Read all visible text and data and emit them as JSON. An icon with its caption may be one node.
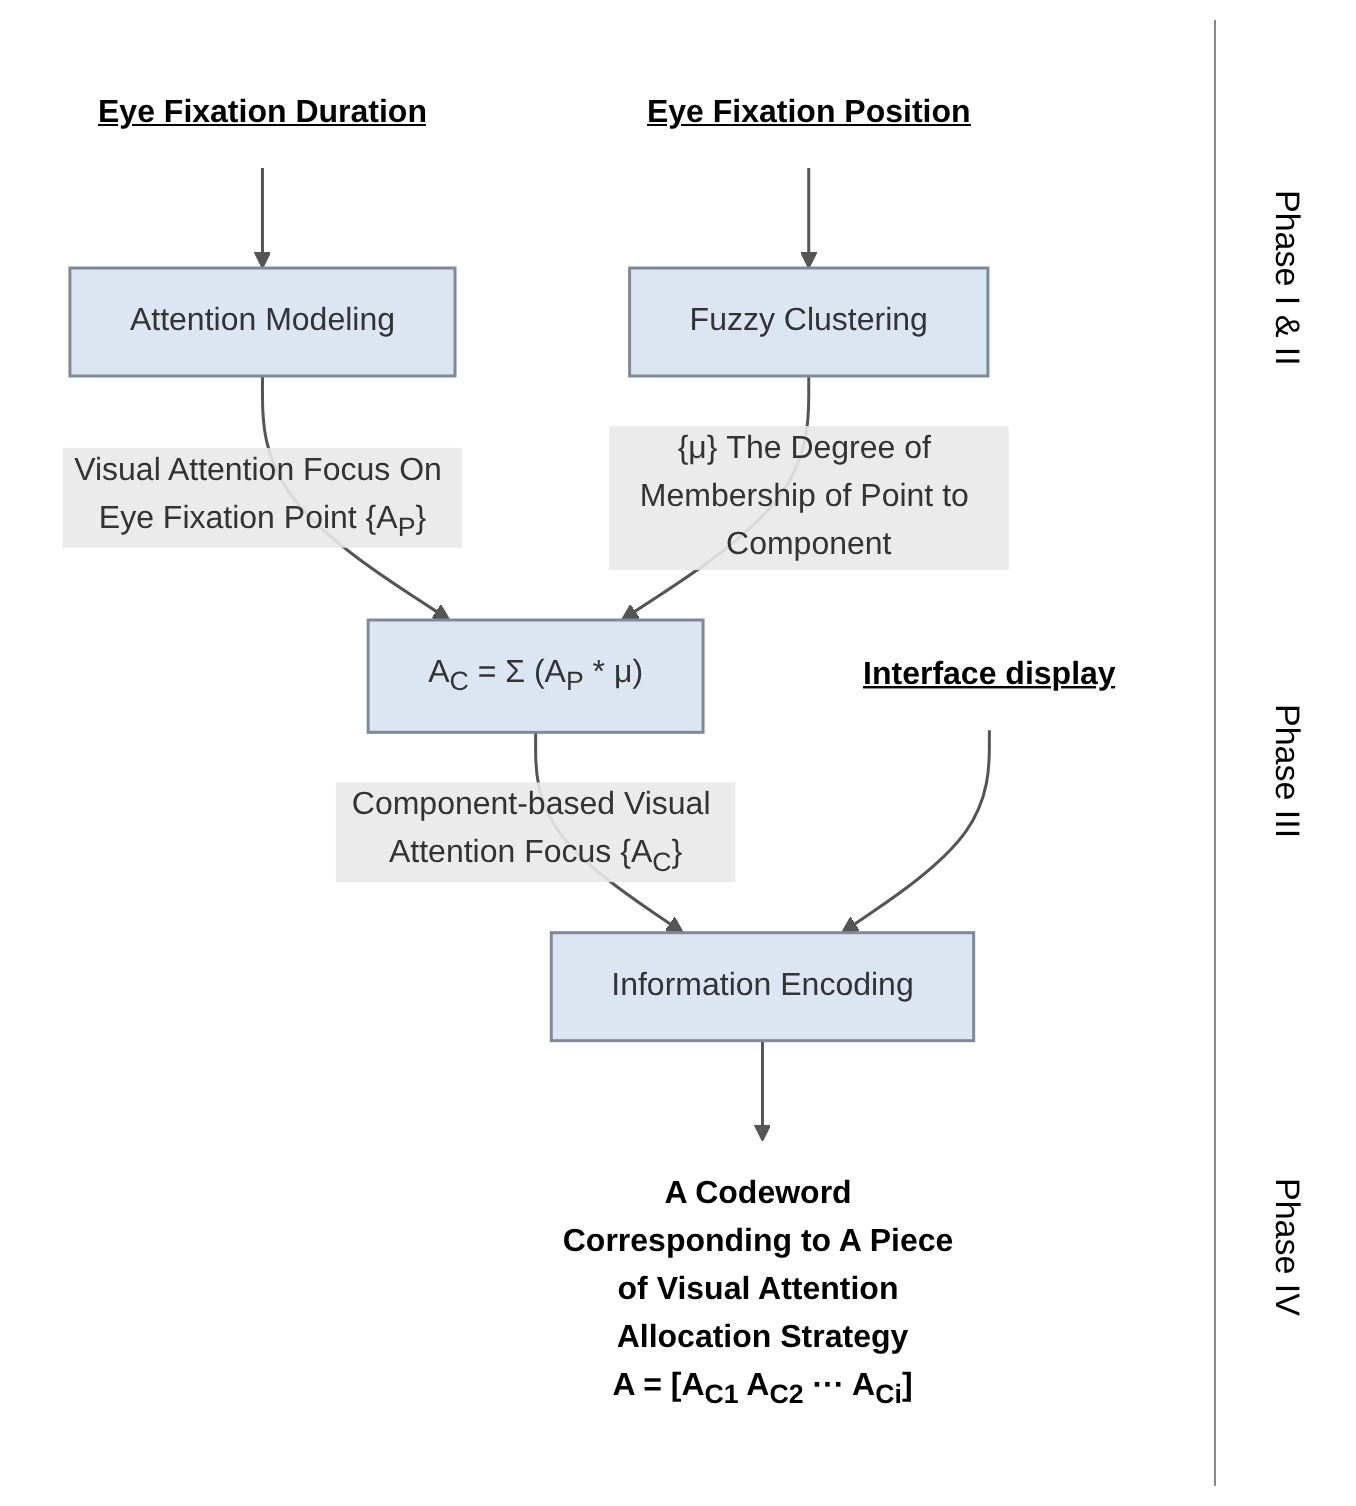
{
  "diagram": {
    "nodes": [
      {
        "text": [
          "Eye Fixation Duration"
        ]
      },
      {
        "text": [
          "Eye Fixation Position"
        ]
      },
      {
        "text": [
          "Attention Modeling"
        ]
      },
      {
        "text": [
          "Fuzzy Clustering"
        ]
      },
      {
        "text": [
          "A$_{C}$ = Σ (A$_{P}$ * μ)"
        ]
      },
      {
        "text": [
          "Information Encoding"
        ]
      },
      {
        "text": [
          "Interface display"
        ]
      },
      {
        "text": [
          "A Codeword Corresponding to A Piece of Visual Attention Allocation Strategy",
          "A = [A$_{C1}$ A$_{C2}$ ··· A$_{Ci}$]"
        ]
      }
    ],
    "edges": [
      {
        "from": 0,
        "to": 2,
        "arrow": "to"
      },
      {
        "from": 1,
        "to": 3,
        "arrow": "to"
      },
      {
        "from": 2,
        "to": 4,
        "arrow": "to",
        "label": "Visual Attention Focus On Eye Fixation Point {A$_{P}$}"
      },
      {
        "from": 3,
        "to": 4,
        "arrow": "to",
        "label": "{μ} The Degree of Membership of Point to Component"
      },
      {
        "from": 4,
        "to": 5,
        "arrow": "to",
        "label": "Component-based Visual Attention Focus {A$_{C}$}"
      },
      {
        "from": 6,
        "to": 5,
        "arrow": "to"
      },
      {
        "from": 5,
        "to": 7,
        "arrow": "to"
      }
    ],
    "labels": [
      "Phase I & II",
      "Phase III",
      "Phase IV"
    ]
  }
}
